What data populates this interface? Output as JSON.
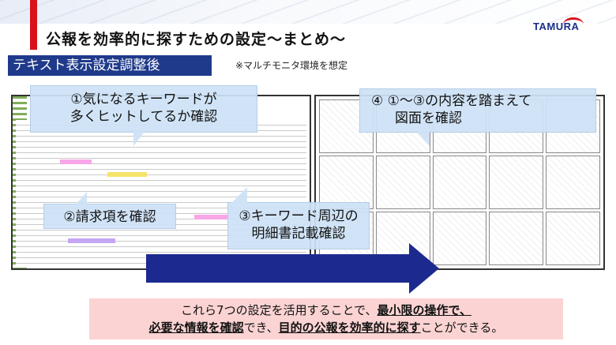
{
  "header": {
    "title": "公報を効率的に探すための設定～まとめ～",
    "logo_text": "TAMURA"
  },
  "section": {
    "subtitle": "テキスト表示設定調整後",
    "note": "※マルチモニタ環境を想定"
  },
  "callouts": {
    "c1_line1": "①気になるキーワードが",
    "c1_line2": "多くヒットしてるか確認",
    "c2": "②請求項を確認",
    "c3_line1": "③キーワード周辺の",
    "c3_line2": "明細書記載確認",
    "c4_line1": "④ ①～③の内容を踏まえて",
    "c4_line2": "図面を確認"
  },
  "summary": {
    "line1_a": "これら7つの設定を活用することで、",
    "line1_b": "最小限の操作で、",
    "line2_a": "必要な情報を確認",
    "line2_b": "でき、",
    "line2_c": "目的の公報を効率的に探す",
    "line2_d": "ことができる。"
  },
  "colors": {
    "accent_red": "#d8111a",
    "navy": "#1f3a8a",
    "callout_bg": "#cee2f6",
    "summary_bg": "#fbd3d3"
  }
}
